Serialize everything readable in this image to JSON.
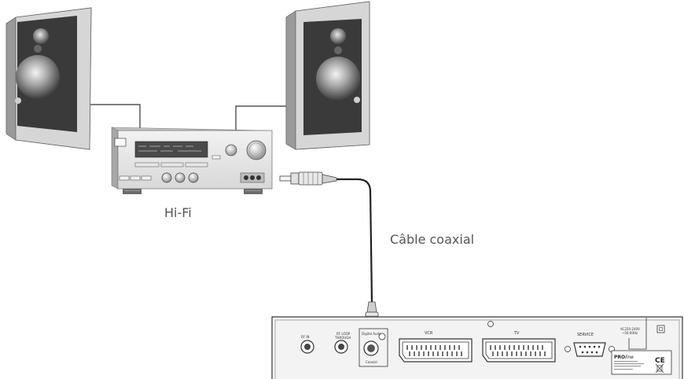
{
  "labels": {
    "hifi": "Hi-Fi",
    "cable": "Câble coaxial"
  },
  "receiver": {
    "rf_in": "RF IN",
    "rf_loop_1": "RF LOOP",
    "rf_loop_2": "THROUGH",
    "digital_audio": "Digital Audio",
    "coaxial": "Coaxial",
    "vcr": "VCR",
    "tv": "TV",
    "service": "SERVICE",
    "power_1": "AC220-240V",
    "power_2": "~50-60Hz",
    "brand_a": "PRO",
    "brand_b": "line",
    "ce": "CE"
  },
  "colors": {
    "label_text": "#555555",
    "cable": "#222222",
    "speaker_front": "#d6d6d6",
    "speaker_panel": "#3a3a3a"
  }
}
